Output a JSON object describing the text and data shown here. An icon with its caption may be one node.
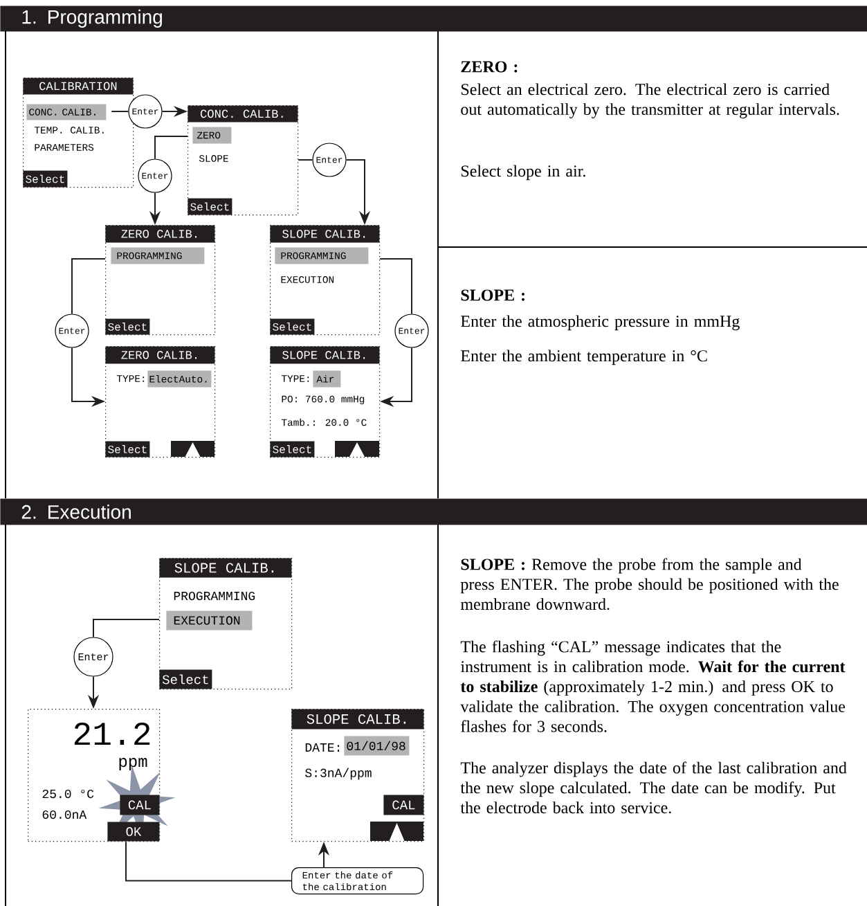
{
  "diagram": {
    "nodes": [
      {
        "text": [
          "1. Programming"
        ]
      },
      {
        "text": [
          "CALIBRATION",
          "CONC. CALIB.",
          "TEMP. CALIB.",
          "PARAMETERS",
          "Select"
        ]
      },
      {
        "text": [
          "Enter"
        ]
      },
      {
        "text": [
          "CONC. CALIB.",
          "ZERO",
          "SLOPE",
          "Select"
        ]
      },
      {
        "text": [
          "Enter"
        ]
      },
      {
        "text": [
          "Enter"
        ]
      },
      {
        "text": [
          "ZERO CALIB.",
          "PROGRAMMING",
          "Select"
        ]
      },
      {
        "text": [
          "SLOPE CALIB.",
          "PROGRAMMING",
          "EXECUTION",
          "Select"
        ]
      },
      {
        "text": [
          "Enter"
        ]
      },
      {
        "text": [
          "Enter"
        ]
      },
      {
        "text": [
          "ZERO CALIB.",
          "TYPE:",
          "ElectAuto.",
          "Select"
        ]
      },
      {
        "text": [
          "SLOPE CALIB.",
          "TYPE:",
          "Air",
          "PO: 760.0 mmHg",
          "Tamb.: 20.0 °C",
          "Select"
        ]
      },
      {
        "text": [
          "2. Execution"
        ]
      },
      {
        "text": [
          "SLOPE CALIB.",
          "PROGRAMMING",
          "EXECUTION",
          "Select"
        ]
      },
      {
        "text": [
          "Enter"
        ]
      },
      {
        "text": [
          "21.2",
          "ppm",
          "25.0 °C",
          "60.0nA",
          "CAL",
          "OK"
        ]
      },
      {
        "text": [
          "SLOPE CALIB.",
          "DATE:",
          "01/01/98",
          "S:3nA/ppm",
          "CAL"
        ]
      },
      {
        "text": [
          "Enter the date of the calibration"
        ]
      }
    ],
    "edges": [
      {
        "from": 1,
        "to": 2,
        "arrow": "none"
      },
      {
        "from": 2,
        "to": 3,
        "arrow": "to"
      },
      {
        "from": 3,
        "to": 4,
        "arrow": "none"
      },
      {
        "from": 4,
        "to": 6,
        "arrow": "to"
      },
      {
        "from": 3,
        "to": 5,
        "arrow": "none"
      },
      {
        "from": 5,
        "to": 7,
        "arrow": "to"
      },
      {
        "from": 6,
        "to": 8,
        "arrow": "none"
      },
      {
        "from": 8,
        "to": 10,
        "arrow": "to"
      },
      {
        "from": 7,
        "to": 9,
        "arrow": "none"
      },
      {
        "from": 9,
        "to": 11,
        "arrow": "to"
      },
      {
        "from": 13,
        "to": 14,
        "arrow": "none"
      },
      {
        "from": 14,
        "to": 15,
        "arrow": "to"
      },
      {
        "from": 15,
        "to": 17,
        "arrow": "none"
      },
      {
        "from": 17,
        "to": 16,
        "arrow": "to"
      }
    ],
    "labels": [
      "ZERO :",
      "Select an electrical zero. The electrical zero is carried out automatically by the transmitter at regular intervals.",
      "Select slope in air.",
      "SLOPE :",
      "Enter the atmospheric pressure in mmHg",
      "Enter the ambient temperature in °C",
      "**SLOPE :** Remove the probe from the sample and press ENTER. The probe should be positioned with the membrane downward.",
      "The flashing “CAL” message indicates that the instrument is in calibration mode. **Wait for the current to stabilize** (approximately 1-2 min.) and press OK to validate the calibration. The oxygen concentration value flashes for 3 seconds.",
      "The analyzer displays the date of the last calibration and the new slope calculated. The date can be modify. Put the electrode back into service."
    ]
  }
}
